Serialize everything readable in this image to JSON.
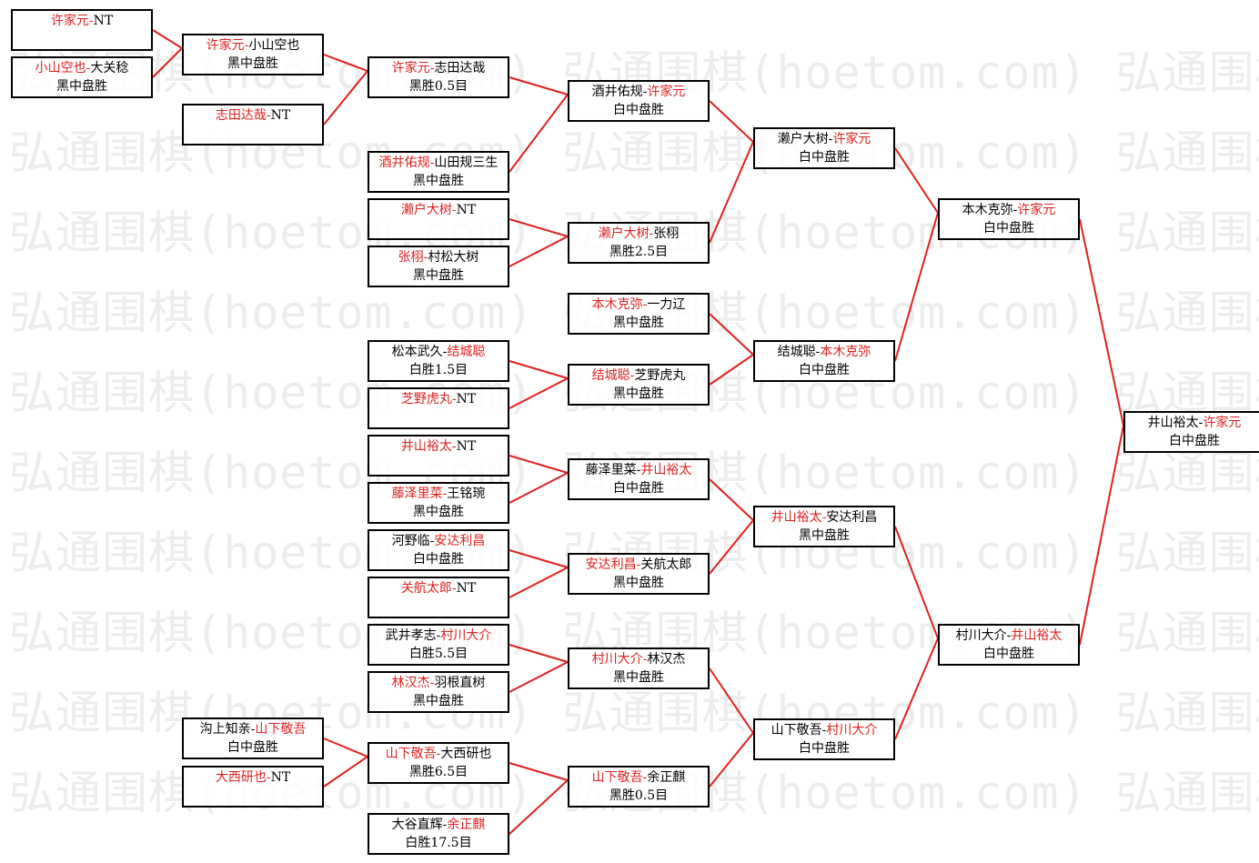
{
  "watermark": "弘通围棋(hoetom.com) 弘通围棋(hoetom.com) 弘通围棋(hoetom.com) 弘",
  "colors": {
    "winner": "#e02020",
    "line": "#e02020",
    "border": "#000000"
  },
  "matches": [
    {
      "id": "r1-1",
      "p1": "许家元",
      "p2": "NT",
      "winner": 1,
      "result": ""
    },
    {
      "id": "r1-2",
      "p1": "小山空也",
      "p2": "大关稔",
      "winner": 1,
      "result": "黑中盘胜"
    },
    {
      "id": "r2-1",
      "p1": "许家元",
      "p2": "小山空也",
      "winner": 1,
      "result": "黑中盘胜"
    },
    {
      "id": "r2-2",
      "p1": "志田达哉",
      "p2": "NT",
      "winner": 1,
      "result": ""
    },
    {
      "id": "r2-3",
      "p1": "沟上知亲",
      "p2": "山下敬吾",
      "winner": 2,
      "result": "白中盘胜"
    },
    {
      "id": "r2-4",
      "p1": "大西研也",
      "p2": "NT",
      "winner": 1,
      "result": ""
    },
    {
      "id": "r3-1",
      "p1": "许家元",
      "p2": "志田达哉",
      "winner": 1,
      "result": "黑胜0.5目"
    },
    {
      "id": "r3-2",
      "p1": "酒井佑规",
      "p2": "山田规三生",
      "winner": 1,
      "result": "黑中盘胜"
    },
    {
      "id": "r3-3",
      "p1": "濑户大树",
      "p2": "NT",
      "winner": 1,
      "result": ""
    },
    {
      "id": "r3-4",
      "p1": "张栩",
      "p2": "村松大树",
      "winner": 1,
      "result": "黑中盘胜"
    },
    {
      "id": "r3-5",
      "p1": "松本武久",
      "p2": "结城聪",
      "winner": 2,
      "result": "白胜1.5目"
    },
    {
      "id": "r3-6",
      "p1": "芝野虎丸",
      "p2": "NT",
      "winner": 1,
      "result": ""
    },
    {
      "id": "r3-7",
      "p1": "井山裕太",
      "p2": "NT",
      "winner": 1,
      "result": ""
    },
    {
      "id": "r3-8",
      "p1": "藤泽里菜",
      "p2": "王铭琬",
      "winner": 1,
      "result": "黑中盘胜"
    },
    {
      "id": "r3-9",
      "p1": "河野临",
      "p2": "安达利昌",
      "winner": 2,
      "result": "白中盘胜"
    },
    {
      "id": "r3-10",
      "p1": "关航太郎",
      "p2": "NT",
      "winner": 1,
      "result": ""
    },
    {
      "id": "r3-11",
      "p1": "武井孝志",
      "p2": "村川大介",
      "winner": 2,
      "result": "白胜5.5目"
    },
    {
      "id": "r3-12",
      "p1": "林汉杰",
      "p2": "羽根直树",
      "winner": 1,
      "result": "黑中盘胜"
    },
    {
      "id": "r3-13",
      "p1": "山下敬吾",
      "p2": "大西研也",
      "winner": 1,
      "result": "黑胜6.5目"
    },
    {
      "id": "r3-14",
      "p1": "大谷直辉",
      "p2": "余正麒",
      "winner": 2,
      "result": "白胜17.5目"
    },
    {
      "id": "r4-1",
      "p1": "酒井佑规",
      "p2": "许家元",
      "winner": 2,
      "result": "白中盘胜"
    },
    {
      "id": "r4-2",
      "p1": "濑户大树",
      "p2": "张栩",
      "winner": 1,
      "result": "黑胜2.5目"
    },
    {
      "id": "r4-3",
      "p1": "本木克弥",
      "p2": "一力辽",
      "winner": 1,
      "result": "黑中盘胜"
    },
    {
      "id": "r4-4",
      "p1": "结城聪",
      "p2": "芝野虎丸",
      "winner": 1,
      "result": "黑中盘胜"
    },
    {
      "id": "r4-5",
      "p1": "藤泽里菜",
      "p2": "井山裕太",
      "winner": 2,
      "result": "白中盘胜"
    },
    {
      "id": "r4-6",
      "p1": "安达利昌",
      "p2": "关航太郎",
      "winner": 1,
      "result": "黑中盘胜"
    },
    {
      "id": "r4-7",
      "p1": "村川大介",
      "p2": "林汉杰",
      "winner": 1,
      "result": "黑中盘胜"
    },
    {
      "id": "r4-8",
      "p1": "山下敬吾",
      "p2": "余正麒",
      "winner": 1,
      "result": "黑胜0.5目"
    },
    {
      "id": "r5-1",
      "p1": "濑户大树",
      "p2": "许家元",
      "winner": 2,
      "result": "白中盘胜"
    },
    {
      "id": "r5-2",
      "p1": "结城聪",
      "p2": "本木克弥",
      "winner": 2,
      "result": "白中盘胜"
    },
    {
      "id": "r5-3",
      "p1": "井山裕太",
      "p2": "安达利昌",
      "winner": 1,
      "result": "黑中盘胜"
    },
    {
      "id": "r5-4",
      "p1": "山下敬吾",
      "p2": "村川大介",
      "winner": 2,
      "result": "白中盘胜"
    },
    {
      "id": "r6-1",
      "p1": "本木克弥",
      "p2": "许家元",
      "winner": 2,
      "result": "白中盘胜"
    },
    {
      "id": "r6-2",
      "p1": "村川大介",
      "p2": "井山裕太",
      "winner": 2,
      "result": "白中盘胜"
    },
    {
      "id": "r7-1",
      "p1": "井山裕太",
      "p2": "许家元",
      "winner": 2,
      "result": "白中盘胜"
    }
  ],
  "links": [
    [
      "r1-1",
      "r2-1"
    ],
    [
      "r1-2",
      "r2-1"
    ],
    [
      "r2-1",
      "r3-1"
    ],
    [
      "r2-2",
      "r3-1"
    ],
    [
      "r2-3",
      "r3-13"
    ],
    [
      "r2-4",
      "r3-13"
    ],
    [
      "r3-1",
      "r4-1"
    ],
    [
      "r3-2",
      "r4-1"
    ],
    [
      "r3-3",
      "r4-2"
    ],
    [
      "r3-4",
      "r4-2"
    ],
    [
      "r3-5",
      "r4-4"
    ],
    [
      "r3-6",
      "r4-4"
    ],
    [
      "r3-7",
      "r4-5"
    ],
    [
      "r3-8",
      "r4-5"
    ],
    [
      "r3-9",
      "r4-6"
    ],
    [
      "r3-10",
      "r4-6"
    ],
    [
      "r3-11",
      "r4-7"
    ],
    [
      "r3-12",
      "r4-7"
    ],
    [
      "r3-13",
      "r4-8"
    ],
    [
      "r3-14",
      "r4-8"
    ],
    [
      "r4-1",
      "r5-1"
    ],
    [
      "r4-2",
      "r5-1"
    ],
    [
      "r4-3",
      "r5-2"
    ],
    [
      "r4-4",
      "r5-2"
    ],
    [
      "r4-5",
      "r5-3"
    ],
    [
      "r4-6",
      "r5-3"
    ],
    [
      "r4-7",
      "r5-4"
    ],
    [
      "r4-8",
      "r5-4"
    ],
    [
      "r5-1",
      "r6-1"
    ],
    [
      "r5-2",
      "r6-1"
    ],
    [
      "r5-3",
      "r6-2"
    ],
    [
      "r5-4",
      "r6-2"
    ],
    [
      "r6-1",
      "r7-1"
    ],
    [
      "r6-2",
      "r7-1"
    ]
  ]
}
